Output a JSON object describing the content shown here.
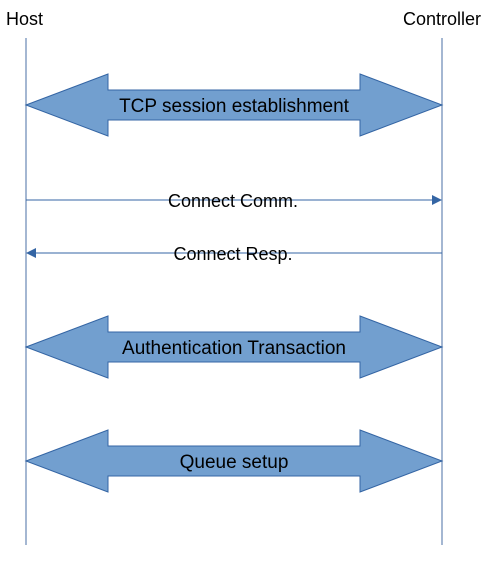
{
  "participants": {
    "left": "Host",
    "right": "Controller"
  },
  "messages": [
    {
      "type": "exchange",
      "label": "TCP session establishment"
    },
    {
      "type": "request",
      "label": "Connect Comm."
    },
    {
      "type": "response",
      "label": "Connect Resp."
    },
    {
      "type": "exchange",
      "label": "Authentication Transaction"
    },
    {
      "type": "exchange",
      "label": "Queue setup"
    }
  ],
  "colors": {
    "lifeline": "#4a6fa5",
    "arrow_fill": "#729fcf",
    "arrow_stroke": "#3465a4",
    "message_line": "#3465a4"
  }
}
